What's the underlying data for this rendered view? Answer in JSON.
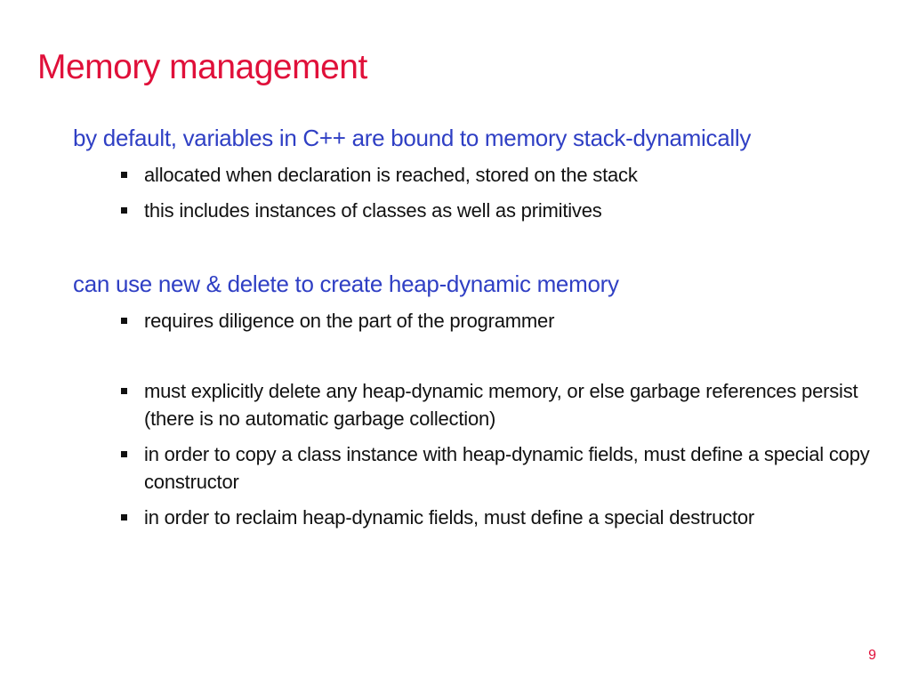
{
  "slide": {
    "title": "Memory management",
    "page_number": "9"
  },
  "sections": [
    {
      "heading": "by default, variables in C++ are bound to memory stack-dynamically",
      "bullets": [
        "allocated when declaration is reached, stored on the stack",
        "this includes instances of classes as well as primitives"
      ]
    },
    {
      "heading": "can use new & delete to create heap-dynamic memory",
      "bullets": [
        "requires diligence on the part of the programmer"
      ]
    },
    {
      "heading": "",
      "bullets": [
        "must explicitly delete any heap-dynamic memory, or else garbage references persist (there is no automatic garbage collection)",
        "in order to copy a class instance with heap-dynamic fields, must define a special copy constructor",
        "in order to reclaim heap-dynamic fields, must define a special destructor"
      ]
    }
  ],
  "colors": {
    "title": "#e0103a",
    "heading": "#2f3fc4",
    "body": "#111111"
  },
  "icons": {
    "bullet": "square-bullet-icon"
  }
}
